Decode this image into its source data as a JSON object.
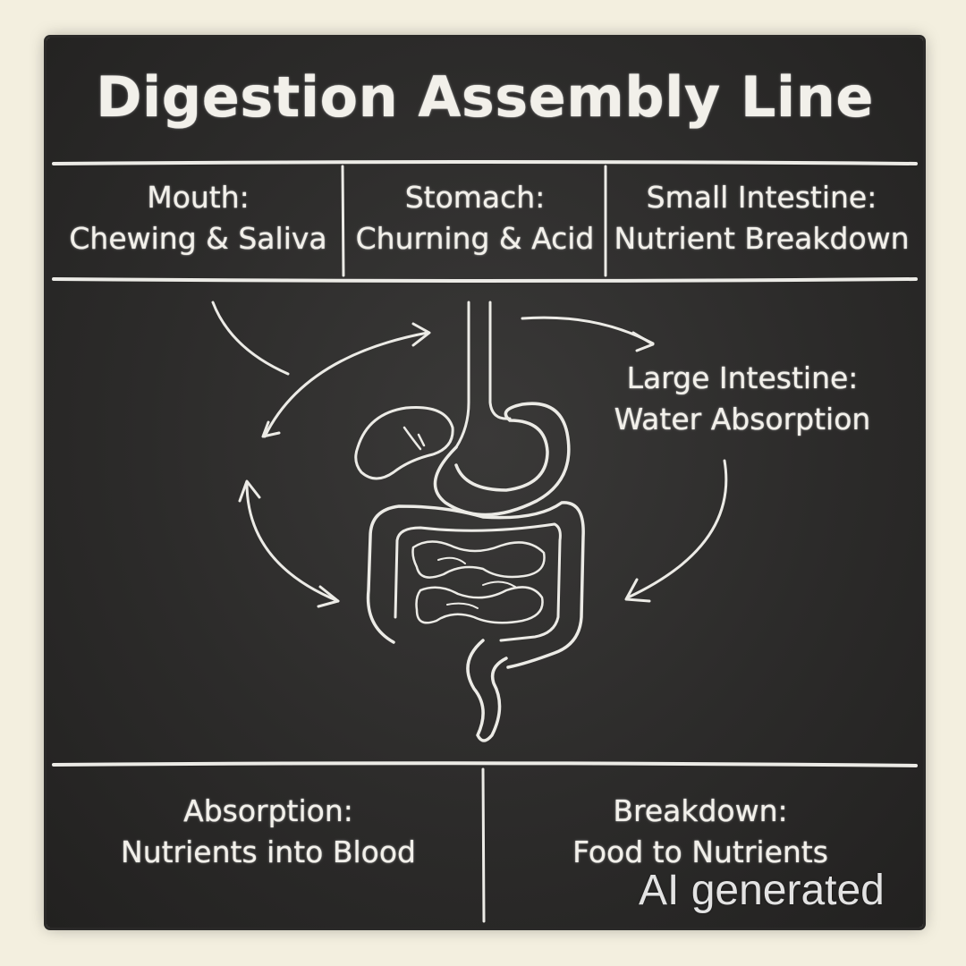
{
  "title": "Digestion Assembly Line",
  "stages": {
    "mouth": {
      "name": "Mouth:",
      "desc": "Chewing & Saliva"
    },
    "stomach": {
      "name": "Stomach:",
      "desc": "Churning & Acid"
    },
    "small_intestine": {
      "name": "Small Intestine:",
      "desc": "Nutrient Breakdown"
    },
    "large_intestine": {
      "name": "Large Intestine:",
      "desc": "Water Absorption"
    },
    "absorption": {
      "name": "Absorption:",
      "desc": "Nutrients into Blood"
    },
    "breakdown": {
      "name": "Breakdown:",
      "desc": "Food to Nutrients"
    }
  },
  "watermark": "AI generated",
  "colors": {
    "chalkboard": "#2c2b2a",
    "chalk": "#f2f0ea",
    "paper": "#f3efdf"
  }
}
